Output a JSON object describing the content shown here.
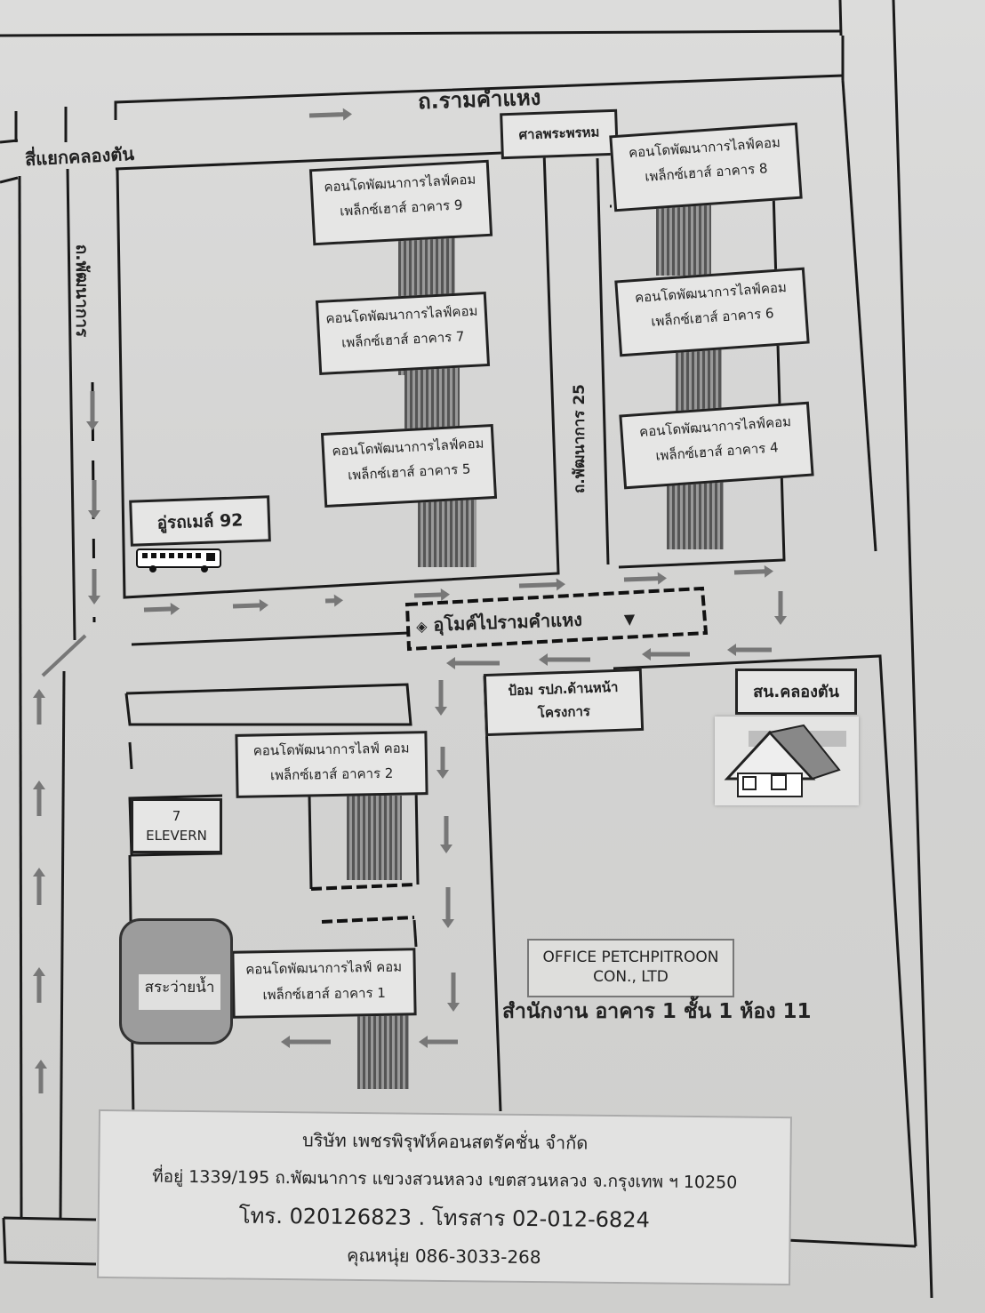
{
  "roads": {
    "ramkhamhaeng": "ถ.รามคำแหง",
    "khlongton_junction": "สี่แยกคลองตัน",
    "phatthanakan_road": "ถ.พัฒนาการ",
    "phatthanakan_25": "ถ.พัฒนาการ 25"
  },
  "landmarks": {
    "shrine": "ศาลพระพรหม",
    "bus_depot": "อู่รถเมล์ 92",
    "tunnel": "อุโมค์ไปรามคำแหง",
    "police_box": [
      "ป้อม รปภ.ด้านหน้า",
      "โครงการ"
    ],
    "khlongton_station": "สน.คลองตัน",
    "seven_eleven": [
      "7",
      "ELEVERN"
    ],
    "pool": "สระว่ายน้ำ"
  },
  "buildings": [
    {
      "line1": "คอนโดพัฒนาการไลฟ์คอม",
      "line2": "เพล็กซ์เฮาส์  อาคาร 9"
    },
    {
      "line1": "คอนโดพัฒนาการไลฟ์คอม",
      "line2": "เพล็กซ์เฮาส์  อาคาร 7"
    },
    {
      "line1": "คอนโดพัฒนาการไลฟ์คอม",
      "line2": "เพล็กซ์เฮาส์  อาคาร 5"
    },
    {
      "line1": "คอนโดพัฒนาการไลฟ์คอม",
      "line2": "เพล็กซ์เฮาส์  อาคาร 8"
    },
    {
      "line1": "คอนโดพัฒนาการไลฟ์คอม",
      "line2": "เพล็กซ์เฮาส์  อาคาร 6"
    },
    {
      "line1": "คอนโดพัฒนาการไลฟ์คอม",
      "line2": "เพล็กซ์เฮาส์  อาคาร 4"
    },
    {
      "line1": "คอนโดพัฒนาการไลฟ์ คอม",
      "line2": "เพล็กซ์เฮาส์  อาคาร 2"
    },
    {
      "line1": "คอนโดพัฒนาการไลฟ์ คอม",
      "line2": "เพล็กซ์เฮาส์  อาคาร 1"
    }
  ],
  "office": {
    "name_line1": "OFFICE PETCHPITROON",
    "name_line2": "CON., LTD",
    "location": "สำนักงาน อาคาร 1 ชั้น 1 ห้อง 11"
  },
  "company": {
    "name": "บริษัท เพชรพิรุฬห์คอนสตรัคชั่น จำกัด",
    "address": "ที่อยู่ 1339/195  ถ.พัฒนาการ  แขวงสวนหลวง  เขตสวนหลวง  จ.กรุงเทพ ฯ   10250",
    "phone": "โทร. 020126823 . โทรสาร 02-012-6824",
    "contact": "คุณหนุ่ย 086-3033-268"
  },
  "icons": {
    "bus": "bus-icon",
    "house": "house-icon",
    "tower": "building-icon",
    "arrow": "arrow-icon"
  }
}
